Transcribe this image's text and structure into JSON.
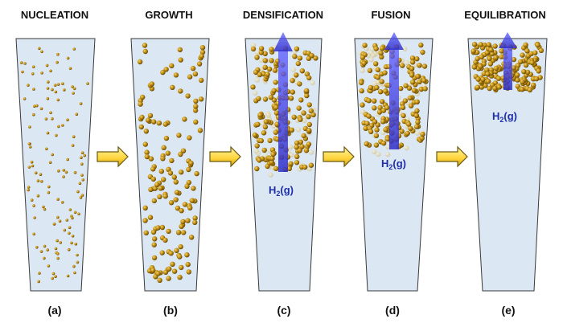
{
  "colors": {
    "vessel_fill": "#dbe7f3",
    "vessel_stroke": "#3a3a3a",
    "particle": "#b8860b",
    "particle_highlight": "#f5d36a",
    "arrow_fill": "#ffd84a",
    "arrow_stroke": "#6b5a12",
    "gas_arrow": "#3b3bdb",
    "gas_label": "#1f2fa8"
  },
  "gas": {
    "formula": "H",
    "subscript": "2",
    "state": "(g)"
  },
  "stages": [
    {
      "title": "NUCLEATION",
      "letter": "(a)",
      "particle_count": 130,
      "particle_size": "small",
      "gas_flow": false
    },
    {
      "title": "GROWTH",
      "letter": "(b)",
      "particle_count": 150,
      "particle_size": "large",
      "gas_flow": false
    },
    {
      "title": "DENSIFICATION",
      "letter": "(c)",
      "particle_count": 170,
      "particle_size": "large",
      "gas_flow": true
    },
    {
      "title": "FUSION",
      "letter": "(d)",
      "particle_count": 160,
      "particle_size": "large",
      "gas_flow": true
    },
    {
      "title": "EQUILIBRATION",
      "letter": "(e)",
      "particle_count": 180,
      "particle_size": "large",
      "gas_flow": true
    }
  ]
}
